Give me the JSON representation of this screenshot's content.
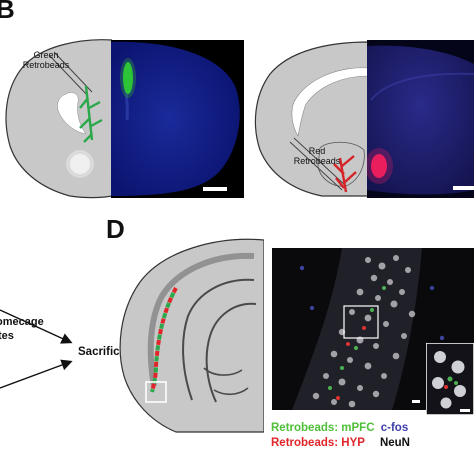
{
  "panels": {
    "b": {
      "letter": "B",
      "green_label_1": "Green",
      "green_label_2": "Retrobeads"
    },
    "c": {
      "red_label_1": "Red",
      "red_label_2": "Retrobeads"
    },
    "d": {
      "letter": "D"
    },
    "left": {
      "partial_1": "omecage",
      "partial_2": "tes",
      "sacrifice": "Sacrifice"
    }
  },
  "legend": {
    "retro_mpfc": "Retrobeads: mPFC",
    "cfos": "c-fos",
    "retro_hyp": "Retrobeads: HYP",
    "neun": "NeuN"
  },
  "colors": {
    "green": "#4fbf3a",
    "red": "#e0262a",
    "blue": "#3c3ca8",
    "brain_gray": "#c8c8c8",
    "stain_blue": "#0b1470"
  }
}
